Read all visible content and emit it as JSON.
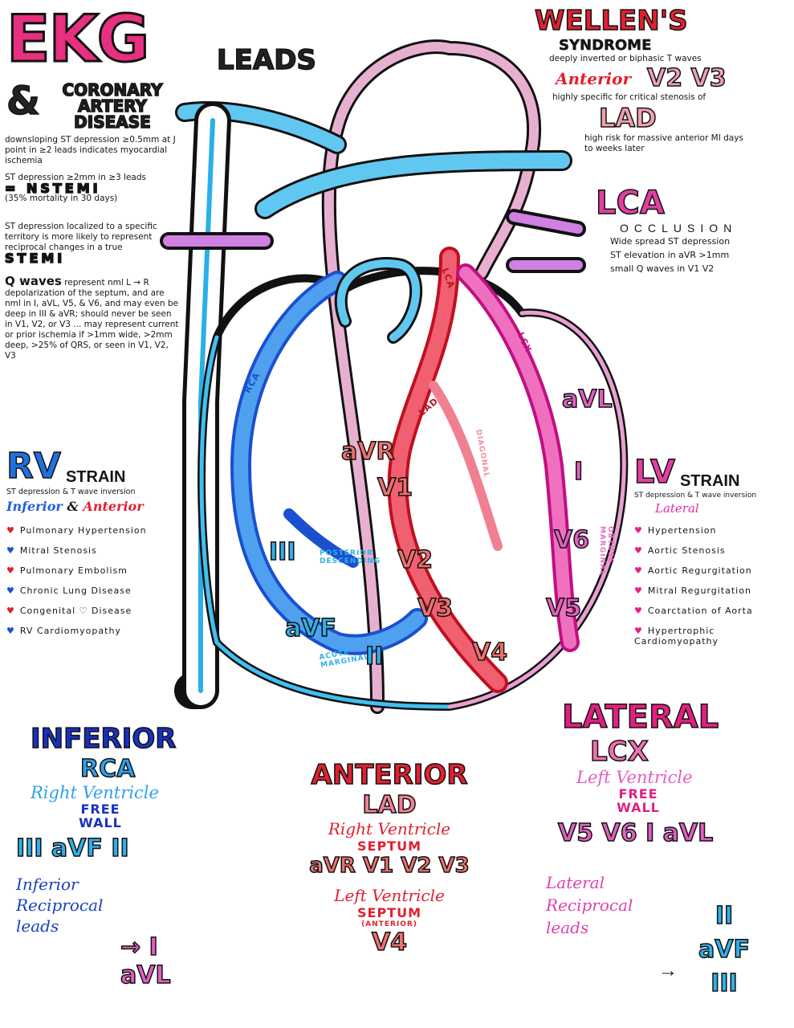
{
  "title": {
    "ekg": "EKG",
    "leads": "LEADS",
    "amp": "&",
    "line1": "CORONARY",
    "line2": "ARTERY",
    "line3": "DISEASE"
  },
  "left_notes": [
    "downsloping ST depression ≥0.5mm at J point in ≥2 leads indicates myocardial ischemia",
    "ST depression ≥2mm in ≥3 leads",
    "= NSTEMI",
    "(35% mortality in 30 days)",
    "ST depression localized to a specific territory is more likely to represent reciprocal changes in a true",
    "STEMI",
    "Q waves",
    "represent nml L → R depolarization of the septum, and are nml in I, aVL, V5, & V6, and may even be deep in III & aVR; should never be seen in V1, V2, or V3 ... may represent current or prior ischemia if >1mm wide, >2mm deep, >25% of QRS, or seen in V1, V2, V3"
  ],
  "wellens": {
    "title": "WELLEN'S",
    "subtitle": "SYNDROME",
    "desc": "deeply inverted or biphasic T waves",
    "anterior": "Anterior",
    "leads": "V2 V3",
    "specific": "highly specific for critical stenosis of",
    "lad": "LAD",
    "risk": "high risk for massive anterior MI days to weeks later"
  },
  "lca": {
    "title": "LCA",
    "subtitle": "OCCLUSION",
    "lines": [
      "Wide spread ST depression",
      "ST elevation in aVR >1mm",
      "small Q waves in V1 V2"
    ]
  },
  "rv_strain": {
    "title": "RV",
    "strain": "STRAIN",
    "desc": "ST depression & T wave inversion",
    "inferior": "Inferior",
    "amp": "&",
    "anterior": "Anterior",
    "items": [
      "Pulmonary Hypertension",
      "Mitral Stenosis",
      "Pulmonary Embolism",
      "Chronic Lung Disease",
      "Congenital ♡ Disease",
      "RV Cardiomyopathy"
    ]
  },
  "lv_strain": {
    "title": "LV",
    "strain": "STRAIN",
    "desc": "ST depression & T wave inversion",
    "lateral": "Lateral",
    "items": [
      "Hypertension",
      "Aortic Stenosis",
      "Aortic Regurgitation",
      "Mitral Regurgitation",
      "Coarctation of Aorta",
      "Hypertrophic Cardiomyopathy"
    ]
  },
  "heart_labels": {
    "rca": "RCA",
    "lca": "LCA",
    "lad": "LAD",
    "lcx": "LCX",
    "diagonal": "DIAGONAL",
    "obtuse": "OBTUSE MARGINAL",
    "posterior": "POSTERIOR DESCENDING",
    "acute": "ACUTE MARGINAL",
    "leads": {
      "avr": "aVR",
      "v1": "V1",
      "v2": "V2",
      "v3": "V3",
      "v4": "V4",
      "v5": "V5",
      "v6": "V6",
      "avl": "aVL",
      "i": "I",
      "ii": "II",
      "iii": "III",
      "avf": "aVF"
    }
  },
  "inferior": {
    "title": "INFERIOR",
    "artery": "RCA",
    "ventricle": "Right Ventricle",
    "wall": "FREE WALL",
    "leads": "III  aVF  II",
    "recip": "Inferior Reciprocal leads",
    "recip_leads": "→ I  aVL"
  },
  "anterior": {
    "title": "ANTERIOR",
    "artery": "LAD",
    "rv": "Right Ventricle",
    "rv_septum": "SEPTUM",
    "rv_leads": "aVR V1 V2 V3",
    "lv": "Left Ventricle",
    "lv_septum": "SEPTUM",
    "lv_sub": "(ANTERIOR)",
    "lv_leads": "V4"
  },
  "lateral": {
    "title": "LATERAL",
    "artery": "LCX",
    "ventricle": "Left Ventricle",
    "wall": "FREE WALL",
    "leads": "V5 V6 I aVL",
    "recip": "Lateral Reciprocal leads",
    "recip_leads": [
      "II",
      "aVF",
      "III"
    ]
  },
  "colors": {
    "blue": "#1e90e8",
    "red": "#e8202a",
    "pink": "#e83090",
    "purple": "#a040c0",
    "navy": "#1a2aa0"
  }
}
